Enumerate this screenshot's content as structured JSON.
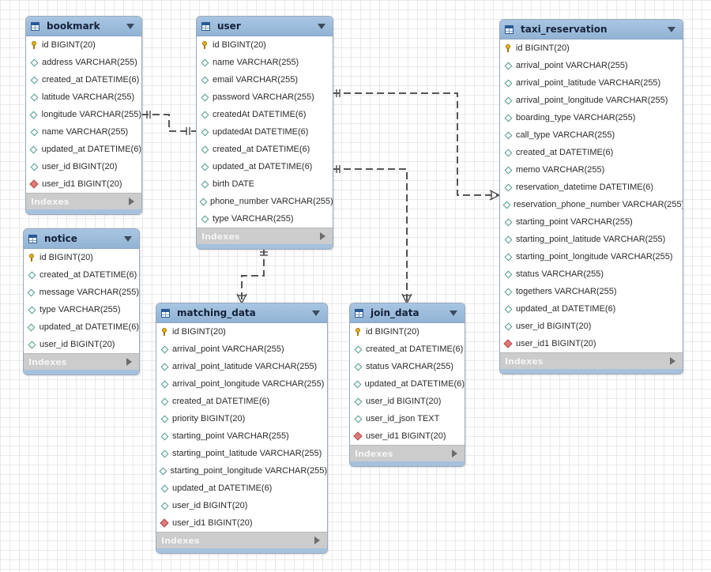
{
  "tables": {
    "bookmark": {
      "name": "bookmark",
      "columns": [
        {
          "label": "id BIGINT(20)",
          "kind": "pk"
        },
        {
          "label": "address VARCHAR(255)",
          "kind": "col"
        },
        {
          "label": "created_at DATETIME(6)",
          "kind": "col"
        },
        {
          "label": "latitude VARCHAR(255)",
          "kind": "col"
        },
        {
          "label": "longitude VARCHAR(255)",
          "kind": "col"
        },
        {
          "label": "name VARCHAR(255)",
          "kind": "col"
        },
        {
          "label": "updated_at DATETIME(6)",
          "kind": "col"
        },
        {
          "label": "user_id BIGINT(20)",
          "kind": "col"
        },
        {
          "label": "user_id1 BIGINT(20)",
          "kind": "fk"
        }
      ],
      "indexes_label": "Indexes"
    },
    "user": {
      "name": "user",
      "columns": [
        {
          "label": "id BIGINT(20)",
          "kind": "pk"
        },
        {
          "label": "name VARCHAR(255)",
          "kind": "col"
        },
        {
          "label": "email VARCHAR(255)",
          "kind": "col"
        },
        {
          "label": "password VARCHAR(255)",
          "kind": "col"
        },
        {
          "label": "createdAt DATETIME(6)",
          "kind": "col"
        },
        {
          "label": "updatedAt DATETIME(6)",
          "kind": "col"
        },
        {
          "label": "created_at DATETIME(6)",
          "kind": "col"
        },
        {
          "label": "updated_at DATETIME(6)",
          "kind": "col"
        },
        {
          "label": "birth DATE",
          "kind": "col"
        },
        {
          "label": "phone_number VARCHAR(255)",
          "kind": "col"
        },
        {
          "label": "type VARCHAR(255)",
          "kind": "col"
        }
      ],
      "indexes_label": "Indexes"
    },
    "taxi_reservation": {
      "name": "taxi_reservation",
      "columns": [
        {
          "label": "id BIGINT(20)",
          "kind": "pk"
        },
        {
          "label": "arrival_point VARCHAR(255)",
          "kind": "col"
        },
        {
          "label": "arrival_point_latitude VARCHAR(255)",
          "kind": "col"
        },
        {
          "label": "arrival_point_longitude VARCHAR(255)",
          "kind": "col"
        },
        {
          "label": "boarding_type VARCHAR(255)",
          "kind": "col"
        },
        {
          "label": "call_type VARCHAR(255)",
          "kind": "col"
        },
        {
          "label": "created_at DATETIME(6)",
          "kind": "col"
        },
        {
          "label": "memo VARCHAR(255)",
          "kind": "col"
        },
        {
          "label": "reservation_datetime DATETIME(6)",
          "kind": "col"
        },
        {
          "label": "reservation_phone_number VARCHAR(255)",
          "kind": "col"
        },
        {
          "label": "starting_point VARCHAR(255)",
          "kind": "col"
        },
        {
          "label": "starting_point_latitude VARCHAR(255)",
          "kind": "col"
        },
        {
          "label": "starting_point_longitude VARCHAR(255)",
          "kind": "col"
        },
        {
          "label": "status VARCHAR(255)",
          "kind": "col"
        },
        {
          "label": "togethers VARCHAR(255)",
          "kind": "col"
        },
        {
          "label": "updated_at DATETIME(6)",
          "kind": "col"
        },
        {
          "label": "user_id BIGINT(20)",
          "kind": "col"
        },
        {
          "label": "user_id1 BIGINT(20)",
          "kind": "fk"
        }
      ],
      "indexes_label": "Indexes"
    },
    "notice": {
      "name": "notice",
      "columns": [
        {
          "label": "id BIGINT(20)",
          "kind": "pk"
        },
        {
          "label": "created_at DATETIME(6)",
          "kind": "col"
        },
        {
          "label": "message VARCHAR(255)",
          "kind": "col"
        },
        {
          "label": "type VARCHAR(255)",
          "kind": "col"
        },
        {
          "label": "updated_at DATETIME(6)",
          "kind": "col"
        },
        {
          "label": "user_id BIGINT(20)",
          "kind": "col"
        }
      ],
      "indexes_label": "Indexes"
    },
    "matching_data": {
      "name": "matching_data",
      "columns": [
        {
          "label": "id BIGINT(20)",
          "kind": "pk"
        },
        {
          "label": "arrival_point VARCHAR(255)",
          "kind": "col"
        },
        {
          "label": "arrival_point_latitude VARCHAR(255)",
          "kind": "col"
        },
        {
          "label": "arrival_point_longitude VARCHAR(255)",
          "kind": "col"
        },
        {
          "label": "created_at DATETIME(6)",
          "kind": "col"
        },
        {
          "label": "priority BIGINT(20)",
          "kind": "col"
        },
        {
          "label": "starting_point VARCHAR(255)",
          "kind": "col"
        },
        {
          "label": "starting_point_latitude VARCHAR(255)",
          "kind": "col"
        },
        {
          "label": "starting_point_longitude VARCHAR(255)",
          "kind": "col"
        },
        {
          "label": "updated_at DATETIME(6)",
          "kind": "col"
        },
        {
          "label": "user_id BIGINT(20)",
          "kind": "col"
        },
        {
          "label": "user_id1 BIGINT(20)",
          "kind": "fk"
        }
      ],
      "indexes_label": "Indexes"
    },
    "join_data": {
      "name": "join_data",
      "columns": [
        {
          "label": "id BIGINT(20)",
          "kind": "pk"
        },
        {
          "label": "created_at DATETIME(6)",
          "kind": "col"
        },
        {
          "label": "status VARCHAR(255)",
          "kind": "col"
        },
        {
          "label": "updated_at DATETIME(6)",
          "kind": "col"
        },
        {
          "label": "user_id BIGINT(20)",
          "kind": "col"
        },
        {
          "label": "user_id_json TEXT",
          "kind": "col"
        },
        {
          "label": "user_id1 BIGINT(20)",
          "kind": "fk"
        }
      ],
      "indexes_label": "Indexes"
    }
  },
  "relationships": [
    {
      "from": "user",
      "to": "bookmark",
      "cardinality": "one-to-one"
    },
    {
      "from": "user",
      "to": "taxi_reservation",
      "cardinality": "one-to-many"
    },
    {
      "from": "user",
      "to": "matching_data",
      "cardinality": "one-to-many"
    },
    {
      "from": "user",
      "to": "join_data",
      "cardinality": "one-to-many"
    }
  ],
  "colors": {
    "header": "#9dbcdc",
    "indexes_bar": "#cccccc",
    "connector": "#555555",
    "fk_marker": "#e07a7a",
    "pk_marker": "#e2b21a"
  }
}
